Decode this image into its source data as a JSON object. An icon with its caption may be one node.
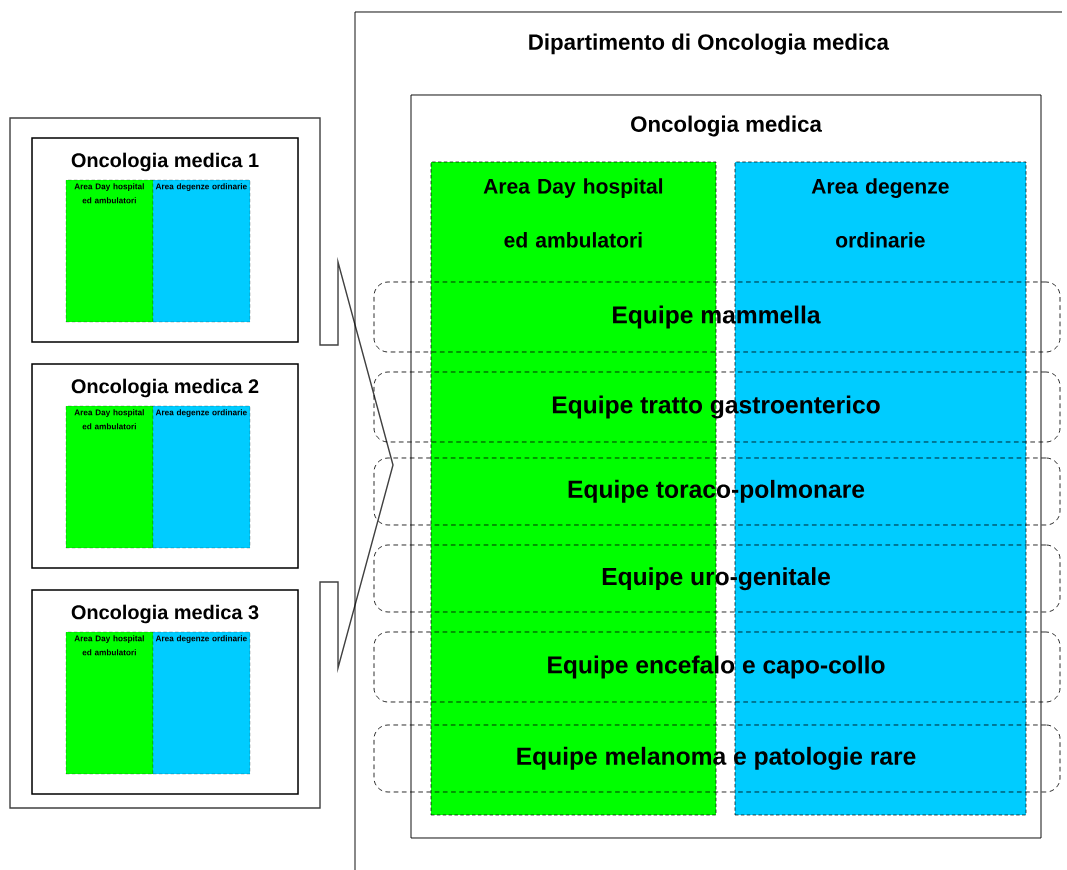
{
  "diagram": {
    "nodes": [
      {
        "text": [],
        "shape": "box"
      },
      {
        "text": [
          "Oncologia medica 1"
        ],
        "in": 0
      },
      {
        "text": [
          "Area Day hospital ed ambulatori"
        ],
        "in": 1
      },
      {
        "text": [
          "Area degenze ordinarie"
        ],
        "in": 1
      },
      {
        "text": [
          "Oncologia medica 2"
        ],
        "in": 0
      },
      {
        "text": [
          "Area Day hospital ed ambulatori"
        ],
        "in": 4
      },
      {
        "text": [
          "Area degenze ordinarie"
        ],
        "in": 4
      },
      {
        "text": [
          "Oncologia medica 3"
        ],
        "in": 0
      },
      {
        "text": [
          "Area Day hospital ed ambulatori"
        ],
        "in": 7
      },
      {
        "text": [
          "Area degenze ordinarie"
        ],
        "in": 7
      },
      {
        "text": [
          "Dipartimento di Oncologia medica"
        ]
      },
      {
        "text": [
          "Oncologia medica"
        ],
        "in": 10
      },
      {
        "text": [
          "Area Day hospital ed ambulatori"
        ],
        "in": 11
      },
      {
        "text": [
          "Area degenze ordinarie"
        ],
        "in": 11
      },
      {
        "text": [
          "Equipe mammella"
        ],
        "in": 11
      },
      {
        "text": [
          "Equipe tratto gastroenterico"
        ],
        "in": 11
      },
      {
        "text": [
          "Equipe toraco-polmonare"
        ],
        "in": 11
      },
      {
        "text": [
          "Equipe uro-genitale"
        ],
        "in": 11
      },
      {
        "text": [
          "Equipe encefalo e capo-collo"
        ],
        "in": 11
      },
      {
        "text": [
          "Equipe melanoma e patologie rare"
        ],
        "in": 11
      }
    ]
  }
}
